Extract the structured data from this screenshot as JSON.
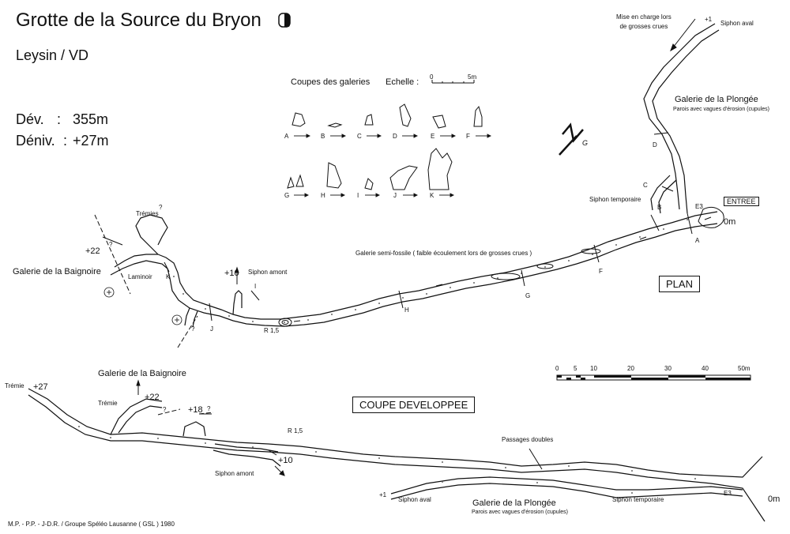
{
  "header": {
    "title": "Grotte de la Source du Bryon",
    "location": "Leysin / VD",
    "stats": [
      {
        "label": "Dév.",
        "sep": ":",
        "value": "355m"
      },
      {
        "label": "Déniv.",
        "sep": ":",
        "value": "+27m"
      }
    ]
  },
  "sections": {
    "cross_sections_title": "Coupes des galeries",
    "echelle_label": "Echelle :",
    "echelle_small": [
      "0",
      "5m"
    ],
    "cross_section_letters": [
      "A",
      "B",
      "C",
      "D",
      "E",
      "F",
      "G",
      "H",
      "I",
      "J",
      "K"
    ],
    "plan_label": "PLAN",
    "coupe_label": "COUPE DEVELOPPEE",
    "entree_label": "ENTREE"
  },
  "scale_bar": {
    "ticks": [
      "0",
      "5",
      "10",
      "20",
      "30",
      "40",
      "50m"
    ]
  },
  "plan_labels": {
    "mise_en_charge": "Mise en charge lors\nde grosses crues",
    "plus_one": "+1",
    "siphon_aval": "Siphon aval",
    "galerie_plongee": "Galerie de la Plongée",
    "parois": "Parois avec vagues d'érosion (cupules)",
    "siphon_temporaire": "Siphon temporaire",
    "e3": "E3",
    "zero_m": "0m",
    "galerie_semi_fossile": "Galerie semi-fossile ( faible écoulement lors de grosses crues )",
    "tremies": "Trémies",
    "q": "?",
    "plus22": "+22",
    "galerie_baignoire": "Galerie de la Baignoire",
    "laminoir": "Laminoir",
    "plus10": "+10",
    "siphon_amont": "Siphon amont",
    "r15": "R 1,5",
    "north_g": "G",
    "letters": {
      "A": "A",
      "B": "B",
      "C": "C",
      "D": "D",
      "F": "F",
      "G": "G",
      "H": "H",
      "I": "I",
      "J": "J",
      "K": "K"
    }
  },
  "coupe_labels": {
    "tremie": "Trémie",
    "plus27": "+27",
    "galerie_baignoire": "Galerie de la Baignoire",
    "tremie2": "Trémie",
    "plus22": "+22",
    "plus18": "+18",
    "q": "?",
    "r15": "R 1,5",
    "plus10": "+10",
    "siphon_amont": "Siphon amont",
    "passages_doubles": "Passages doubles",
    "plus1": "+1",
    "siphon_aval": "Siphon aval",
    "galerie_plongee": "Galerie de la Plongée",
    "parois": "Parois avec vagues d'érosion (cupules)",
    "siphon_temporaire": "Siphon temporaire",
    "e3": "E3",
    "zero_m": "0m"
  },
  "footer": {
    "credits": "M.P. - P.P. - J-D.R. / Groupe Spéléo Lausanne ( GSL ) 1980"
  }
}
